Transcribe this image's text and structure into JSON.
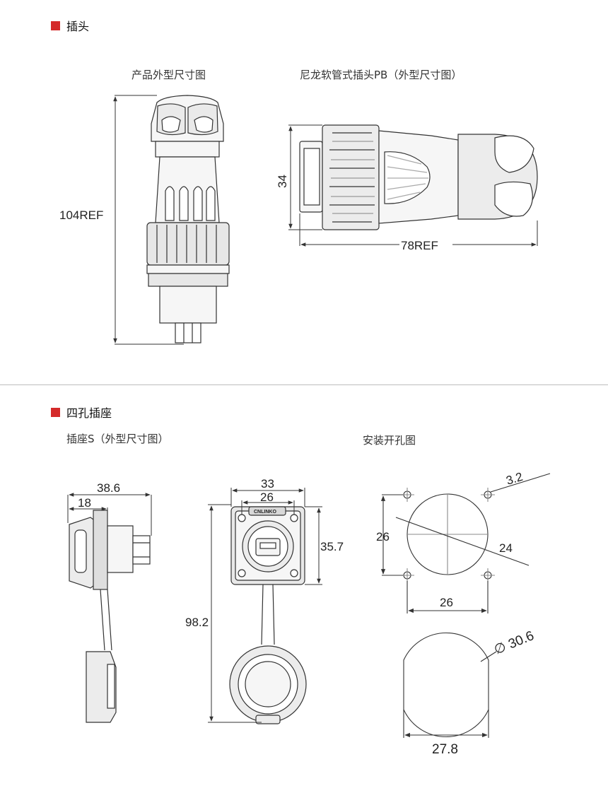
{
  "colors": {
    "accent": "#d42a2a",
    "line": "#333333",
    "body": "#4a4a4a",
    "fill": "#f4f4f4"
  },
  "section_plug": {
    "title": "插头",
    "caption_left": "产品外型尺寸图",
    "caption_right": "尼龙软管式插头PB（外型尺寸图）",
    "dims": {
      "height": "104REF",
      "diameter": "34",
      "length": "78REF"
    }
  },
  "section_socket": {
    "title": "四孔插座",
    "caption_left": "插座S（外型尺寸图）",
    "caption_right": "安装开孔图",
    "dims": {
      "depth_total": "38.6",
      "depth_flange": "18",
      "flange_width": "33",
      "hole_pitch_top": "26",
      "flange_height": "35.7",
      "total_height": "98.2",
      "logo": "CNLINKO"
    },
    "panel": {
      "hole_dia": "3.2",
      "pitch_v": "26",
      "circle_dia": "24",
      "pitch_h": "26",
      "cutout_dia": "∅ 30.6",
      "cutout_flat": "27.8"
    }
  }
}
